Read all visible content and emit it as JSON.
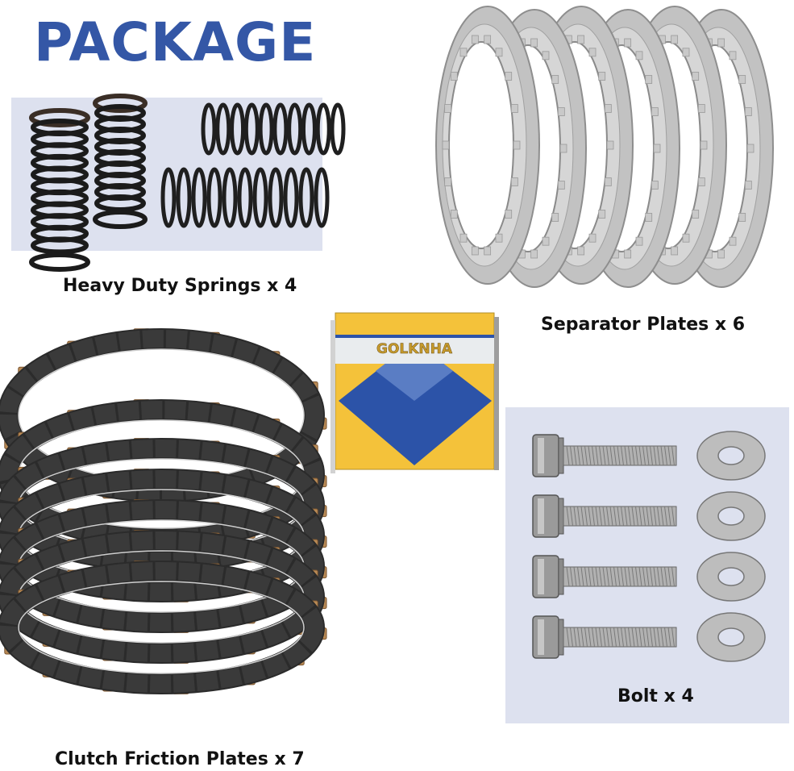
{
  "title": "PACKAGE",
  "brand": "GOLKNHA",
  "items": {
    "springs": {
      "label": "Heavy Duty Springs x 4",
      "count": 4
    },
    "separator_plates": {
      "label": "Separator Plates x 6",
      "count": 6
    },
    "friction_plates": {
      "label": "Clutch Friction Plates x 7",
      "count": 7
    },
    "bolts": {
      "label": "Bolt x 4",
      "count": 4
    }
  },
  "colors": {
    "title_blue": "#3457a6",
    "panel_lavender": "#dde1ef",
    "box_yellow": "#f4c23a",
    "box_blue": "#2c53a8",
    "friction_black": "#222222",
    "friction_copper": "#b98a55",
    "steel": "#b9b9b9"
  }
}
